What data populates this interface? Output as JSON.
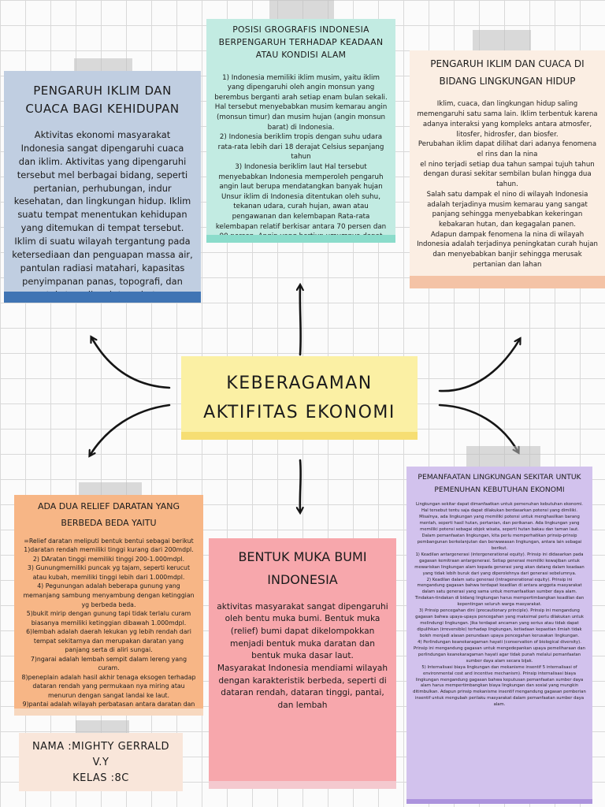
{
  "center": {
    "line1": "KEBERAGAMAN",
    "line2": "AKTIFITAS EKONOMI"
  },
  "blue_card": {
    "title": "PENGARUH IKLIM DAN CUACA BAGI KEHIDUPAN",
    "body": "Aktivitas ekonomi masyarakat Indonesia sangat dipengaruhi cuaca dan iklim. Aktivitas yang dipengaruhi tersebut mel berbagai bidang, seperti pertanian, perhubungan, indur kesehatan, dan lingkungan hidup. Iklim suatu tempat menentukan kehidupan yang ditemukan di tempat tersebut. Iklim di suatu wilayah tergantung pada ketersediaan dan penguapan massa air, pantulan radiasi matahari, kapasitas penyimpanan panas, topografi, dan tekstur wilayah tersebut."
  },
  "teal_card": {
    "title": "POSISI GROGRAFIS INDONESIA BERPENGARUH TERHADAP KEADAAN ATAU KONDISI ALAM",
    "body": "1) Indonesia memiliki iklim musim, yaitu iklim yang dipengaruhi oleh angin monsun yang berembus berganti arah setiap enam bulan sekali. Hal tersebut menyebabkan musim kemarau angin (monsun timur) dan musim hujan (angin monsun barat) di Indonesia.\n2) Indonesia beriklim tropis dengan suhu udara rata-rata lebih dari 18 derajat Celsius sepanjang tahun\n3) Indonesia beriklim laut Hal tersebut menyebabkan Indonesia memperoleh pengaruh angin laut berupa mendatangkan banyak hujan\nUnsur iklim di Indonesia ditentukan oleh suhu, tekanan udara, curah hujan, awan atau pengawanan dan kelembapan Rata-rata kelembapan relatif berkisar antara 70 persen dan 90 persen. Angin yang bertiup umumnya dapat diprediksi."
  },
  "peach_card": {
    "title": "PENGARUH IKLIM DAN CUACA DI BIDANG LINGKUNGAN HIDUP",
    "body": "Iklim, cuaca, dan lingkungan hidup saling memengaruhi satu sama lain. Iklim terbentuk karena adanya interaksi yang kompleks antara atmosfer, litosfer, hidrosfer, dan biosfer.\nPerubahan iklim dapat dilihat dari adanya fenomena el rins dan la nina\nel nino terjadi setiap dua tahun sampai tujuh tahun dengan durasi sekitar sembilan bulan hingga dua tahun.\nSalah satu dampak el nino di wilayah Indonesia adalah terjadinya musim kemarau yang sangat panjang sehingga menyebabkan kekeringan kebakaran hutan, dan kegagalan panen.\nAdapun dampak fenomena la nina di wilayah Indonesia adalah terjadinya peningkatan curah hujan dan menyebabkan banjir sehingga merusak pertanian dan lahan"
  },
  "orange_card": {
    "title": "ADA DUA RELIEF DARATAN YANG BERBEDA BEDA YAITU",
    "body": "=Relief daratan meliputi bentuk bentui sebagai berikut\n1)daratan rendah memiliki tinggi kurang dari 200mdpl.\n2) DAratan tinggi memiliki tinggi 200-1.000mdpl.\n3) Gunungmemiliki puncak yg tajam, seperti kerucut atau kubah, memiliki tinggi lebih dari 1.000mdpl.\n4) Pegunungan adalah beberapa gunung yang memanjang sambung menyambung dengan ketinggian yg berbeda beda.\n5)bukit mirip dengan gunung tapi tidak terlalu curam biasanya memiliki ketinggian dibawah 1.000mdpl.\n6)lembah adalah daerah lekukan yg lebih rendah dari tempat sekitarnya dan merupakan daratan yang panjang serta di aliri sungai.\n7)ngarai adalah lembah sempit dalam lereng yang curam.\n8)peneplain adalah hasil akhir tenaga eksogen terhadap dataran rendah yang permukaan nya miring atau menurun dengan sangat landai ke laut.\n9)pantai adalah wilayah perbatasan antara daratan dan perairan laut. Pantai dibedakan menjadi dua yaitu pantai ancol dan pantai curam."
  },
  "nameplate": {
    "name_line": "NAMA :MIGHTY GERRALD V.Y",
    "class_line": "KELAS :8C"
  },
  "pink_card": {
    "title": "BENTUK MUKA BUMI INDONESIA",
    "body": "aktivitas masyarakat sangat dipengaruhi oleh bentu muka bumi. Bentuk muka (relief) bumi dapat dikelompokkan menjadi bentuk muka daratan dan bentuk muka dasar laut.\nMasyarakat Indonesia mendiami wilayah dengan karakteristik berbeda, seperti di dataran rendah, dataran tinggi, pantai, dan lembah"
  },
  "lavender_card": {
    "title": "PEMANFAATAN LINGKUNGAN SEKITAR UNTUK PEMENUHAN KEBUTUHAN EKONOMI",
    "body": "Lingkungan sekitar dapat dimanfaatkan untuk pemenuhan kebutuhan ekonomi. Hal tersebut tentu saja dapat dilakukan berdasarkan potensi yang dimiliki. Misalnya, ada lingkungan yang memiliki potensi untuk menghasilkan barang mentah, seperti hasil hutan, pertanian, dan perikanan. Ada lingkungan yang memiliki potensi sebagai objek wisata, seperti hutan bakau dan taman laut.\nDalam pemanfaatan lingkungan, kita perlu memperhatikan prinsip-prinsip pembangunan berkelanjutan dan berwawasan lingkungan, antara lain sebagai berikut.\n1) Keadilan antargenerasi (intergenerational equity). Prinsip ini didasarkan pada gagasan kemitraan antargenerasi. Setiap generasi memiliki kewajiban untuk mewariskan lingkungan alam kepada generasi yang akan datang dalam keadaan yang tidak lebih buruk dari yang diperolehnya dari generasi sebelumnya.\n2) Keadilan dalam satu generasi (intragenerational equity). Prinsip ini mengandung gagasan bahwa terdapat keadilan di antara anggota masyarakat dalam satu generasi yang sama untuk memanfaatkan sumber daya alam. Tindakan-tindakan di bidang lingkungan harus mempertimbangkan keadilan dan kepentingan seluruh warga masyarakat.\n3) Prinsip pencegahan dini (precautionary principle). Prinsip ini mengandung gagasan bahwa upaya-upaya pencegahan yang maksimal perlu dilakukan untuk melindungi lingkungan. Jika terdapat ancaman yang serius atau tidak dapat dipulihkan (irreversible) terhadap lingkungan, ketiadaan kepastian ilmiah tidak boleh menjadi alasan penundaan upaya pencegahan kerusakan lingkungan.\n4) Perlindungan keanekaragaman hayati (conservation of biological diversity). Prinsip ini mengandung gagasan untuk mengedepankan upaya pemeliharaan dan perlindungan keanekaragaman hayati agar tidak punah melalui pemanfaatan sumber daya alam secara bijak.\n5) Internalisasi biaya lingkungan dan mekanisme insentif 5 internalisasi of environmental cost and incentive mechanism). Prinsip internalisasi biaya lingkungan mengandung gagasan bahwa keputusan pemanfaatan sumber daya alam harus mempertimbangkan biaya lingkungan dan sosial yang mungkin ditimbulkan. Adapun prinsip mekanisme insentif mengandung gagasan pemberian insentif untuk mengubah perilaku masyarakat dalam pemanfaatan sumber daya alam."
  }
}
